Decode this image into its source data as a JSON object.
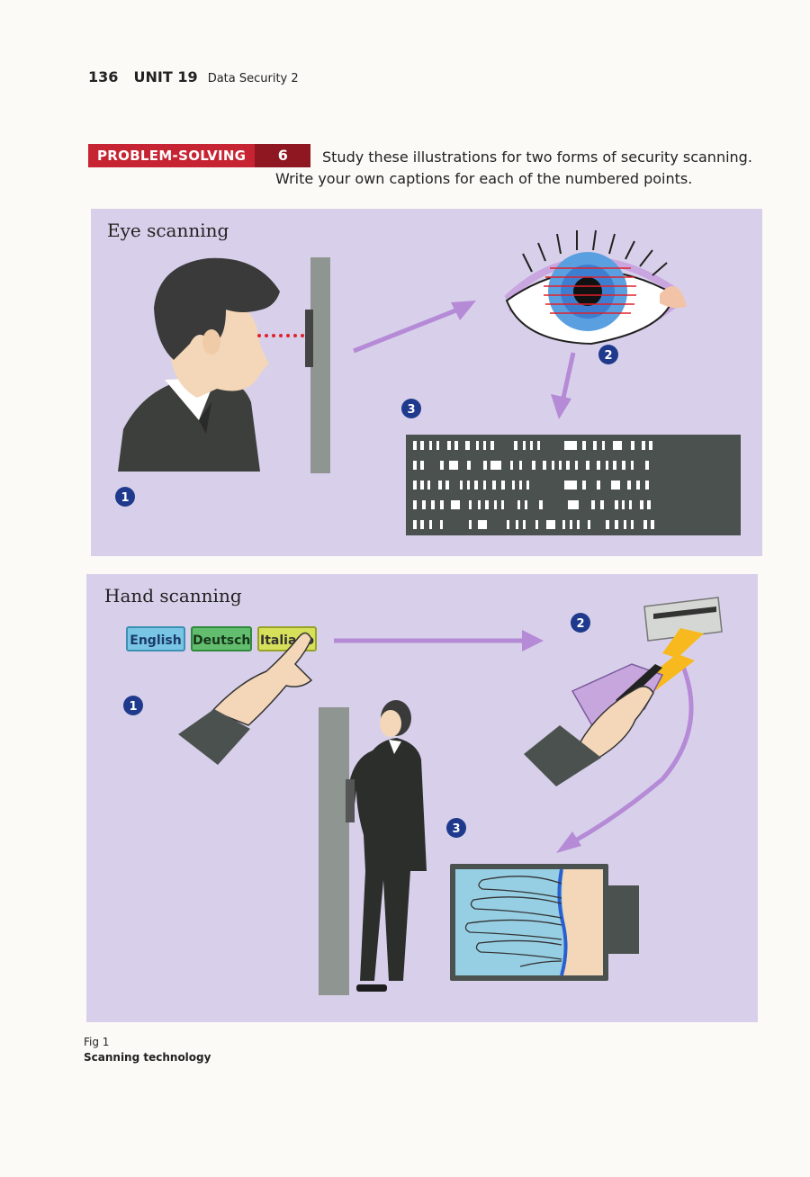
{
  "header": {
    "page_number": "136",
    "unit": "UNIT 19",
    "unit_title": "Data Security 2"
  },
  "task": {
    "label": "PROBLEM-SOLVING",
    "number": "6",
    "instruction_line1": "Study these illustrations for two forms of security scanning.",
    "instruction_line2": "Write your own captions for each of the numbered points."
  },
  "eye_panel": {
    "title": "Eye scanning",
    "markers": [
      "1",
      "2",
      "3"
    ]
  },
  "hand_panel": {
    "title": "Hand scanning",
    "markers": [
      "1",
      "2",
      "3"
    ],
    "language_buttons": [
      "English",
      "Deutsch",
      "Italiano"
    ]
  },
  "figure": {
    "number": "Fig 1",
    "caption": "Scanning technology"
  },
  "colors": {
    "panel": "#d8d0ea",
    "badge_red": "#c62432",
    "badge_dark": "#8f1722",
    "marker": "#1f3a8c",
    "arrow": "#b58ad6"
  }
}
